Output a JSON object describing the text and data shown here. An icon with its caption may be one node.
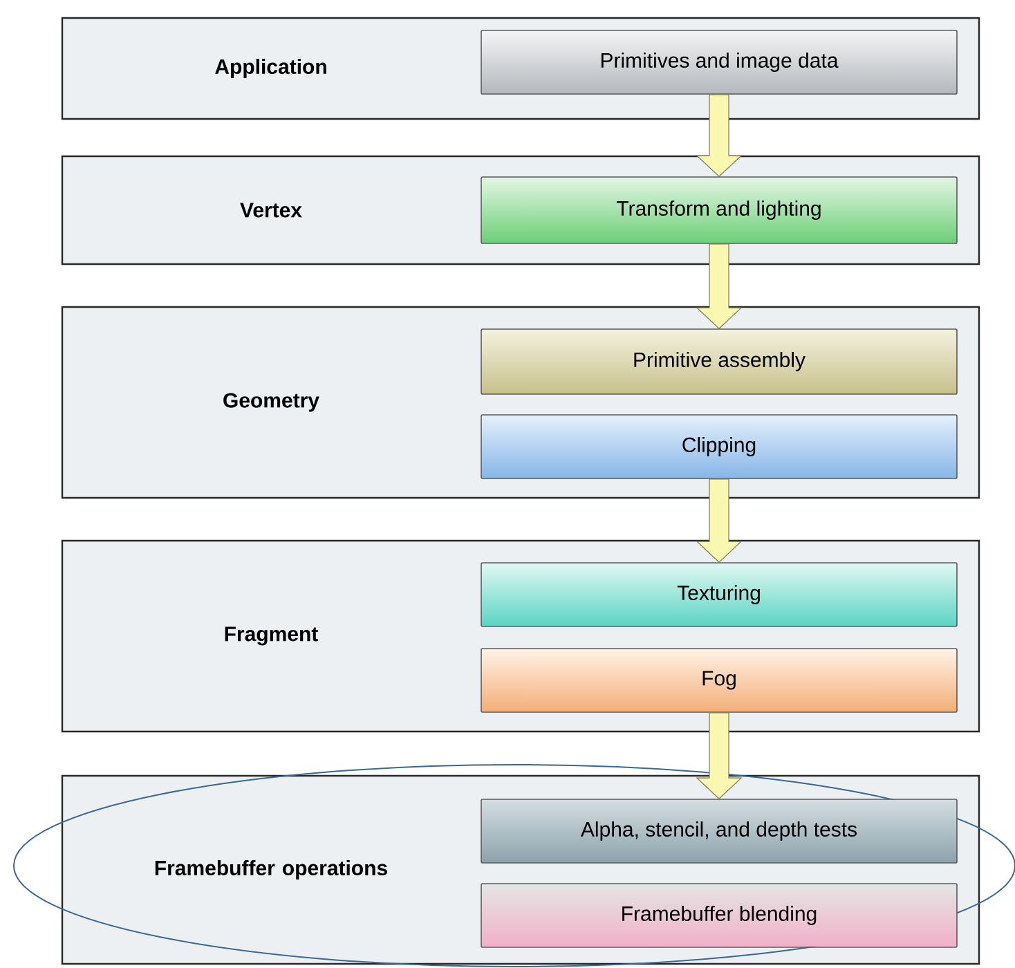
{
  "diagram": {
    "nodes": [
      {
        "text": [
          "Application"
        ]
      },
      {
        "text": [
          "Primitives and image data"
        ],
        "in": 0
      },
      {
        "text": [
          "Vertex"
        ]
      },
      {
        "text": [
          "Transform and lighting"
        ],
        "in": 2
      },
      {
        "text": [
          "Geometry"
        ]
      },
      {
        "text": [
          "Primitive assembly"
        ],
        "in": 4
      },
      {
        "text": [
          "Clipping"
        ],
        "in": 4
      },
      {
        "text": [
          "Fragment"
        ]
      },
      {
        "text": [
          "Texturing"
        ],
        "in": 7
      },
      {
        "text": [
          "Fog"
        ],
        "in": 7
      },
      {
        "text": [
          "Framebuffer operations"
        ]
      },
      {
        "text": [
          "Alpha, stencil, and depth tests"
        ],
        "in": 10
      },
      {
        "text": [
          "Framebuffer blending"
        ],
        "in": 10
      }
    ],
    "edges": [
      {
        "from": 1,
        "to": 3,
        "arrow": "to"
      },
      {
        "from": 3,
        "to": 5,
        "arrow": "to"
      },
      {
        "from": 6,
        "to": 8,
        "arrow": "to"
      },
      {
        "from": 9,
        "to": 11,
        "arrow": "to"
      }
    ]
  }
}
